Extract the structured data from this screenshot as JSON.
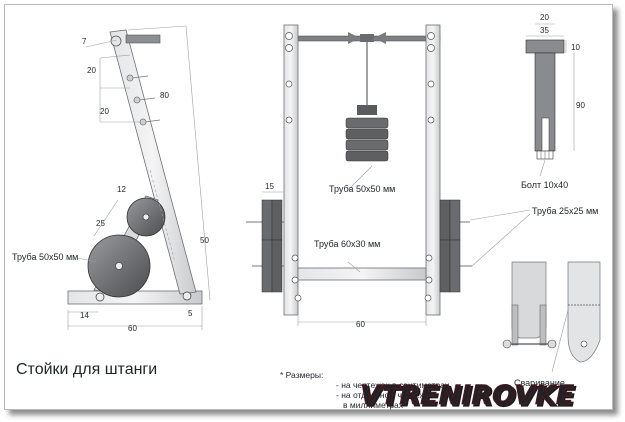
{
  "title": "Стойки для штанги",
  "dims": {
    "d7": "7",
    "d20a": "20",
    "d20b": "20",
    "d80": "80",
    "d12": "12",
    "d25": "25",
    "d50": "50",
    "d14": "14",
    "d60a": "60",
    "d5": "5",
    "d15": "15",
    "d60b": "60",
    "d20c": "20",
    "d35": "35",
    "d10": "10",
    "d90": "90"
  },
  "labels": {
    "pipe_50_side": "Труба 50х50 мм",
    "pipe_50_front": "Труба 50х50 мм",
    "pipe_60x30": "Труба 60х30 мм",
    "pipe_25": "Труба 25х25 мм",
    "bolt": "Болт 10х40",
    "welding": "Сваривание"
  },
  "notes": {
    "header": "* Размеры:",
    "line1": "- на чертежах в сантиметрах",
    "line2": "- на отдельном чертеже",
    "line3": "в миллиметрах"
  },
  "logo": {
    "text": "VTRENIROVKE",
    "color_primary": "#c7161c",
    "color_dark": "#1a1a1a"
  },
  "colors": {
    "metal": "#cfd0d2",
    "metal_dark": "#a7a8ab",
    "plate": "#5e5f61",
    "line": "#2d3035"
  }
}
